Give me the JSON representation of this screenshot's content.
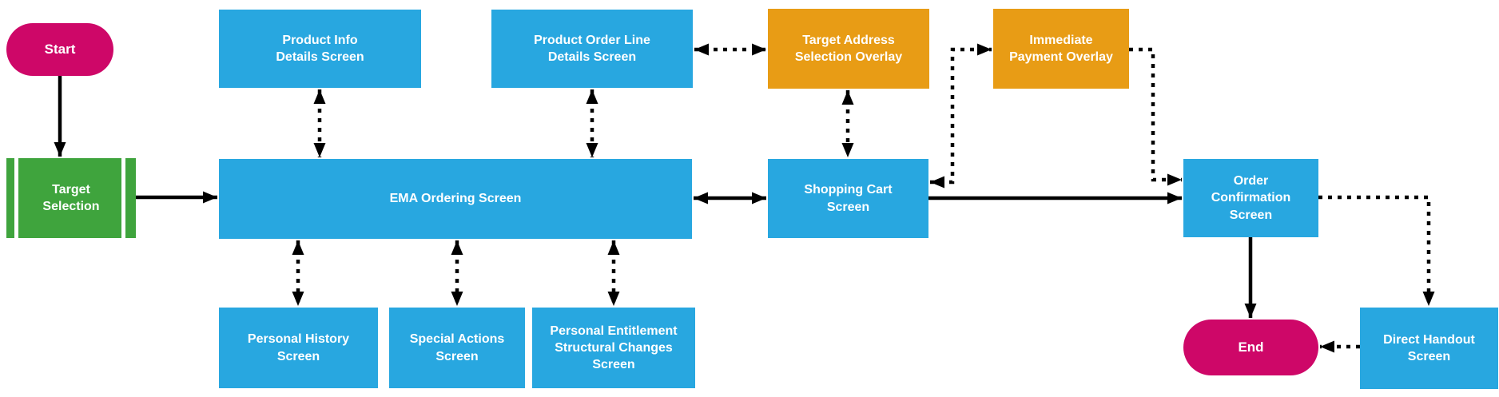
{
  "colors": {
    "blue": "#28a7e0",
    "orange": "#e89c15",
    "green": "#3fa43d",
    "pink": "#ce0768",
    "line": "#000000",
    "label": "#ffffff",
    "bg": "#ffffff"
  },
  "nodes": {
    "start": {
      "label": "Start",
      "shape": "terminator"
    },
    "target_selection": {
      "label": "Target\nSelection",
      "shape": "predefined-process"
    },
    "product_info": {
      "label": "Product Info\nDetails Screen",
      "shape": "process"
    },
    "product_order_line": {
      "label": "Product Order Line\nDetails Screen",
      "shape": "process"
    },
    "target_address": {
      "label": "Target Address\nSelection Overlay",
      "shape": "process"
    },
    "immediate_payment": {
      "label": "Immediate\nPayment Overlay",
      "shape": "process"
    },
    "ema_ordering": {
      "label": "EMA Ordering Screen",
      "shape": "process"
    },
    "shopping_cart": {
      "label": "Shopping Cart\nScreen",
      "shape": "process"
    },
    "order_confirmation": {
      "label": "Order\nConfirmation\nScreen",
      "shape": "process"
    },
    "end": {
      "label": "End",
      "shape": "terminator"
    },
    "direct_handout": {
      "label": "Direct Handout\nScreen",
      "shape": "process"
    },
    "personal_history": {
      "label": "Personal History\nScreen",
      "shape": "process"
    },
    "special_actions": {
      "label": "Special Actions\nScreen",
      "shape": "process"
    },
    "personal_entitlement": {
      "label": "Personal Entitlement\nStructural Changes\nScreen",
      "shape": "process"
    }
  },
  "connectors": [
    {
      "from": "start",
      "to": "target_selection",
      "style": "solid",
      "arrows": "end"
    },
    {
      "from": "target_selection",
      "to": "ema_ordering",
      "style": "solid",
      "arrows": "end"
    },
    {
      "from": "product_info",
      "to": "ema_ordering",
      "style": "dashed",
      "arrows": "both"
    },
    {
      "from": "product_order_line",
      "to": "ema_ordering",
      "style": "dashed",
      "arrows": "both"
    },
    {
      "from": "product_order_line",
      "to": "target_address",
      "style": "dashed",
      "arrows": "both"
    },
    {
      "from": "target_address",
      "to": "shopping_cart",
      "style": "dashed",
      "arrows": "both"
    },
    {
      "from": "ema_ordering",
      "to": "shopping_cart",
      "style": "solid",
      "arrows": "both"
    },
    {
      "from": "shopping_cart",
      "to": "immediate_payment",
      "style": "dashed",
      "arrows": "both"
    },
    {
      "from": "immediate_payment",
      "to": "order_confirmation",
      "style": "dashed",
      "arrows": "end"
    },
    {
      "from": "shopping_cart",
      "to": "order_confirmation",
      "style": "solid",
      "arrows": "end"
    },
    {
      "from": "order_confirmation",
      "to": "end",
      "style": "solid",
      "arrows": "end"
    },
    {
      "from": "order_confirmation",
      "to": "direct_handout",
      "style": "dashed",
      "arrows": "end"
    },
    {
      "from": "direct_handout",
      "to": "end",
      "style": "dashed",
      "arrows": "end"
    },
    {
      "from": "ema_ordering",
      "to": "personal_history",
      "style": "dashed",
      "arrows": "both"
    },
    {
      "from": "ema_ordering",
      "to": "special_actions",
      "style": "dashed",
      "arrows": "both"
    },
    {
      "from": "ema_ordering",
      "to": "personal_entitlement",
      "style": "dashed",
      "arrows": "both"
    }
  ]
}
